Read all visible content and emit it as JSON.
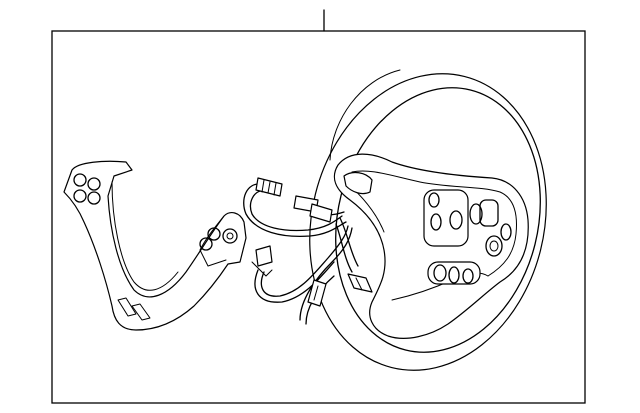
{
  "diagram": {
    "parts": [
      {
        "name": "steering-wheel"
      },
      {
        "name": "switch-bezel"
      },
      {
        "name": "wiring-harness"
      }
    ]
  }
}
